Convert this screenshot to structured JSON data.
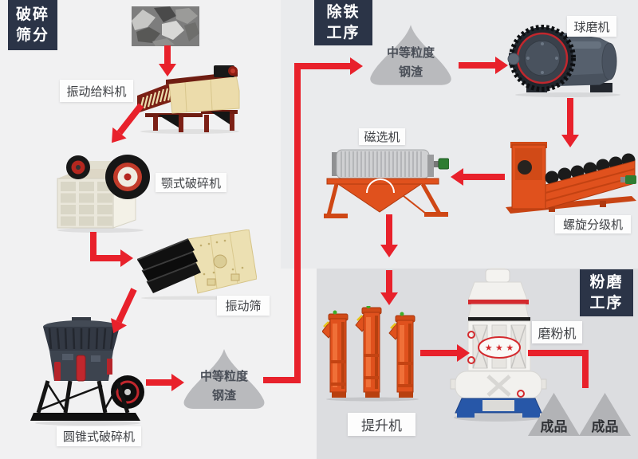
{
  "colors": {
    "red": "#e8212b",
    "navy": "#2b3447",
    "bg-left": "#f1f1f2",
    "bg-top-right": "#eaebed",
    "bg-bottom-right": "#dcdde0",
    "pile-gray": "#b9babd",
    "pile-text": "#4a4f58",
    "product-gray": "#b2b3b6",
    "product-text": "#303236",
    "label-bg": "#fdfdfd",
    "label-text": "#3f4145"
  },
  "sections": {
    "crushing": {
      "line1": "破碎",
      "line2": "筛分"
    },
    "iron": {
      "line1": "除铁",
      "line2": "工序"
    },
    "grinding": {
      "line1": "粉磨",
      "line2": "工序"
    }
  },
  "labels": {
    "vibrating_feeder": "振动给料机",
    "jaw_crusher": "颚式破碎机",
    "vibrating_screen": "振动筛",
    "cone_crusher": "圆锥式破碎机",
    "ball_mill": "球磨机",
    "spiral_classifier": "螺旋分级机",
    "magnetic_separator": "磁选机",
    "bucket_elevator": "提升机",
    "grinding_mill": "磨粉机"
  },
  "materials": {
    "slag_bottom": {
      "line1": "中等粒度",
      "line2": "钢渣"
    },
    "slag_top": {
      "line1": "中等粒度",
      "line2": "钢渣"
    },
    "product_left": "成品",
    "product_right": "成品"
  }
}
